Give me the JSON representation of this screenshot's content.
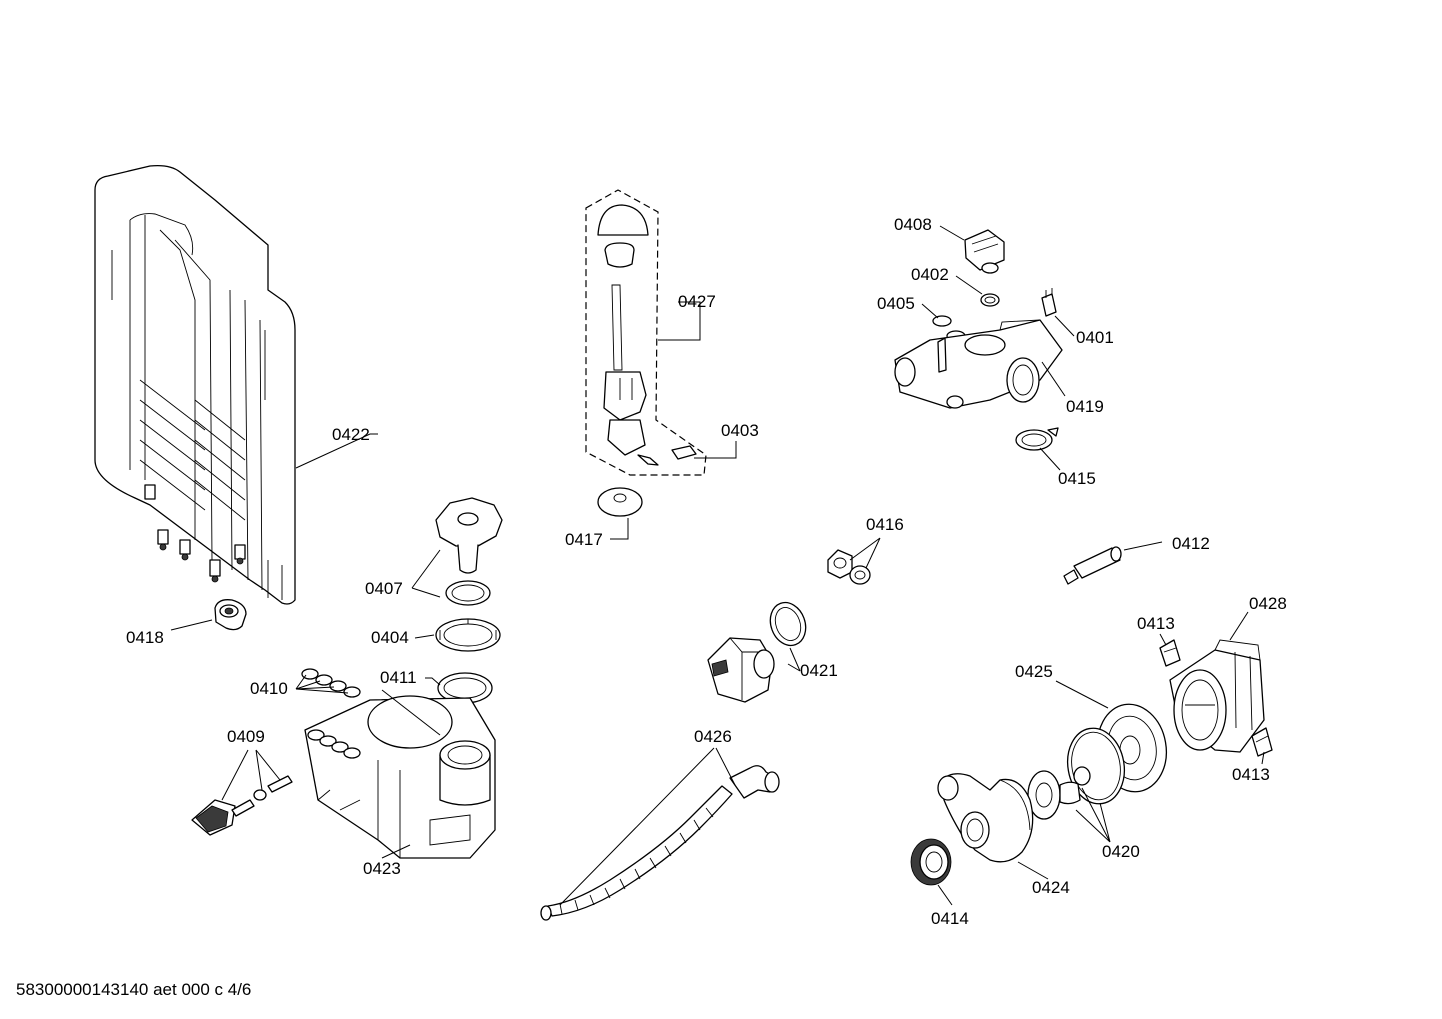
{
  "footer": {
    "document_code": "58300000143140 aet 000 c 4/6"
  },
  "callouts": {
    "c0401": "0401",
    "c0402": "0402",
    "c0403": "0403",
    "c0404": "0404",
    "c0405": "0405",
    "c0407": "0407",
    "c0408": "0408",
    "c0409": "0409",
    "c0410": "0410",
    "c0411": "0411",
    "c0412": "0412",
    "c0413a": "0413",
    "c0413b": "0413",
    "c0414": "0414",
    "c0415": "0415",
    "c0416": "0416",
    "c0417": "0417",
    "c0418": "0418",
    "c0419": "0419",
    "c0420": "0420",
    "c0421": "0421",
    "c0422": "0422",
    "c0423": "0423",
    "c0424": "0424",
    "c0425": "0425",
    "c0426": "0426",
    "c0427": "0427",
    "c0428": "0428"
  },
  "colors": {
    "line": "#000000",
    "background": "#ffffff",
    "shade": "#3a3a3a"
  }
}
